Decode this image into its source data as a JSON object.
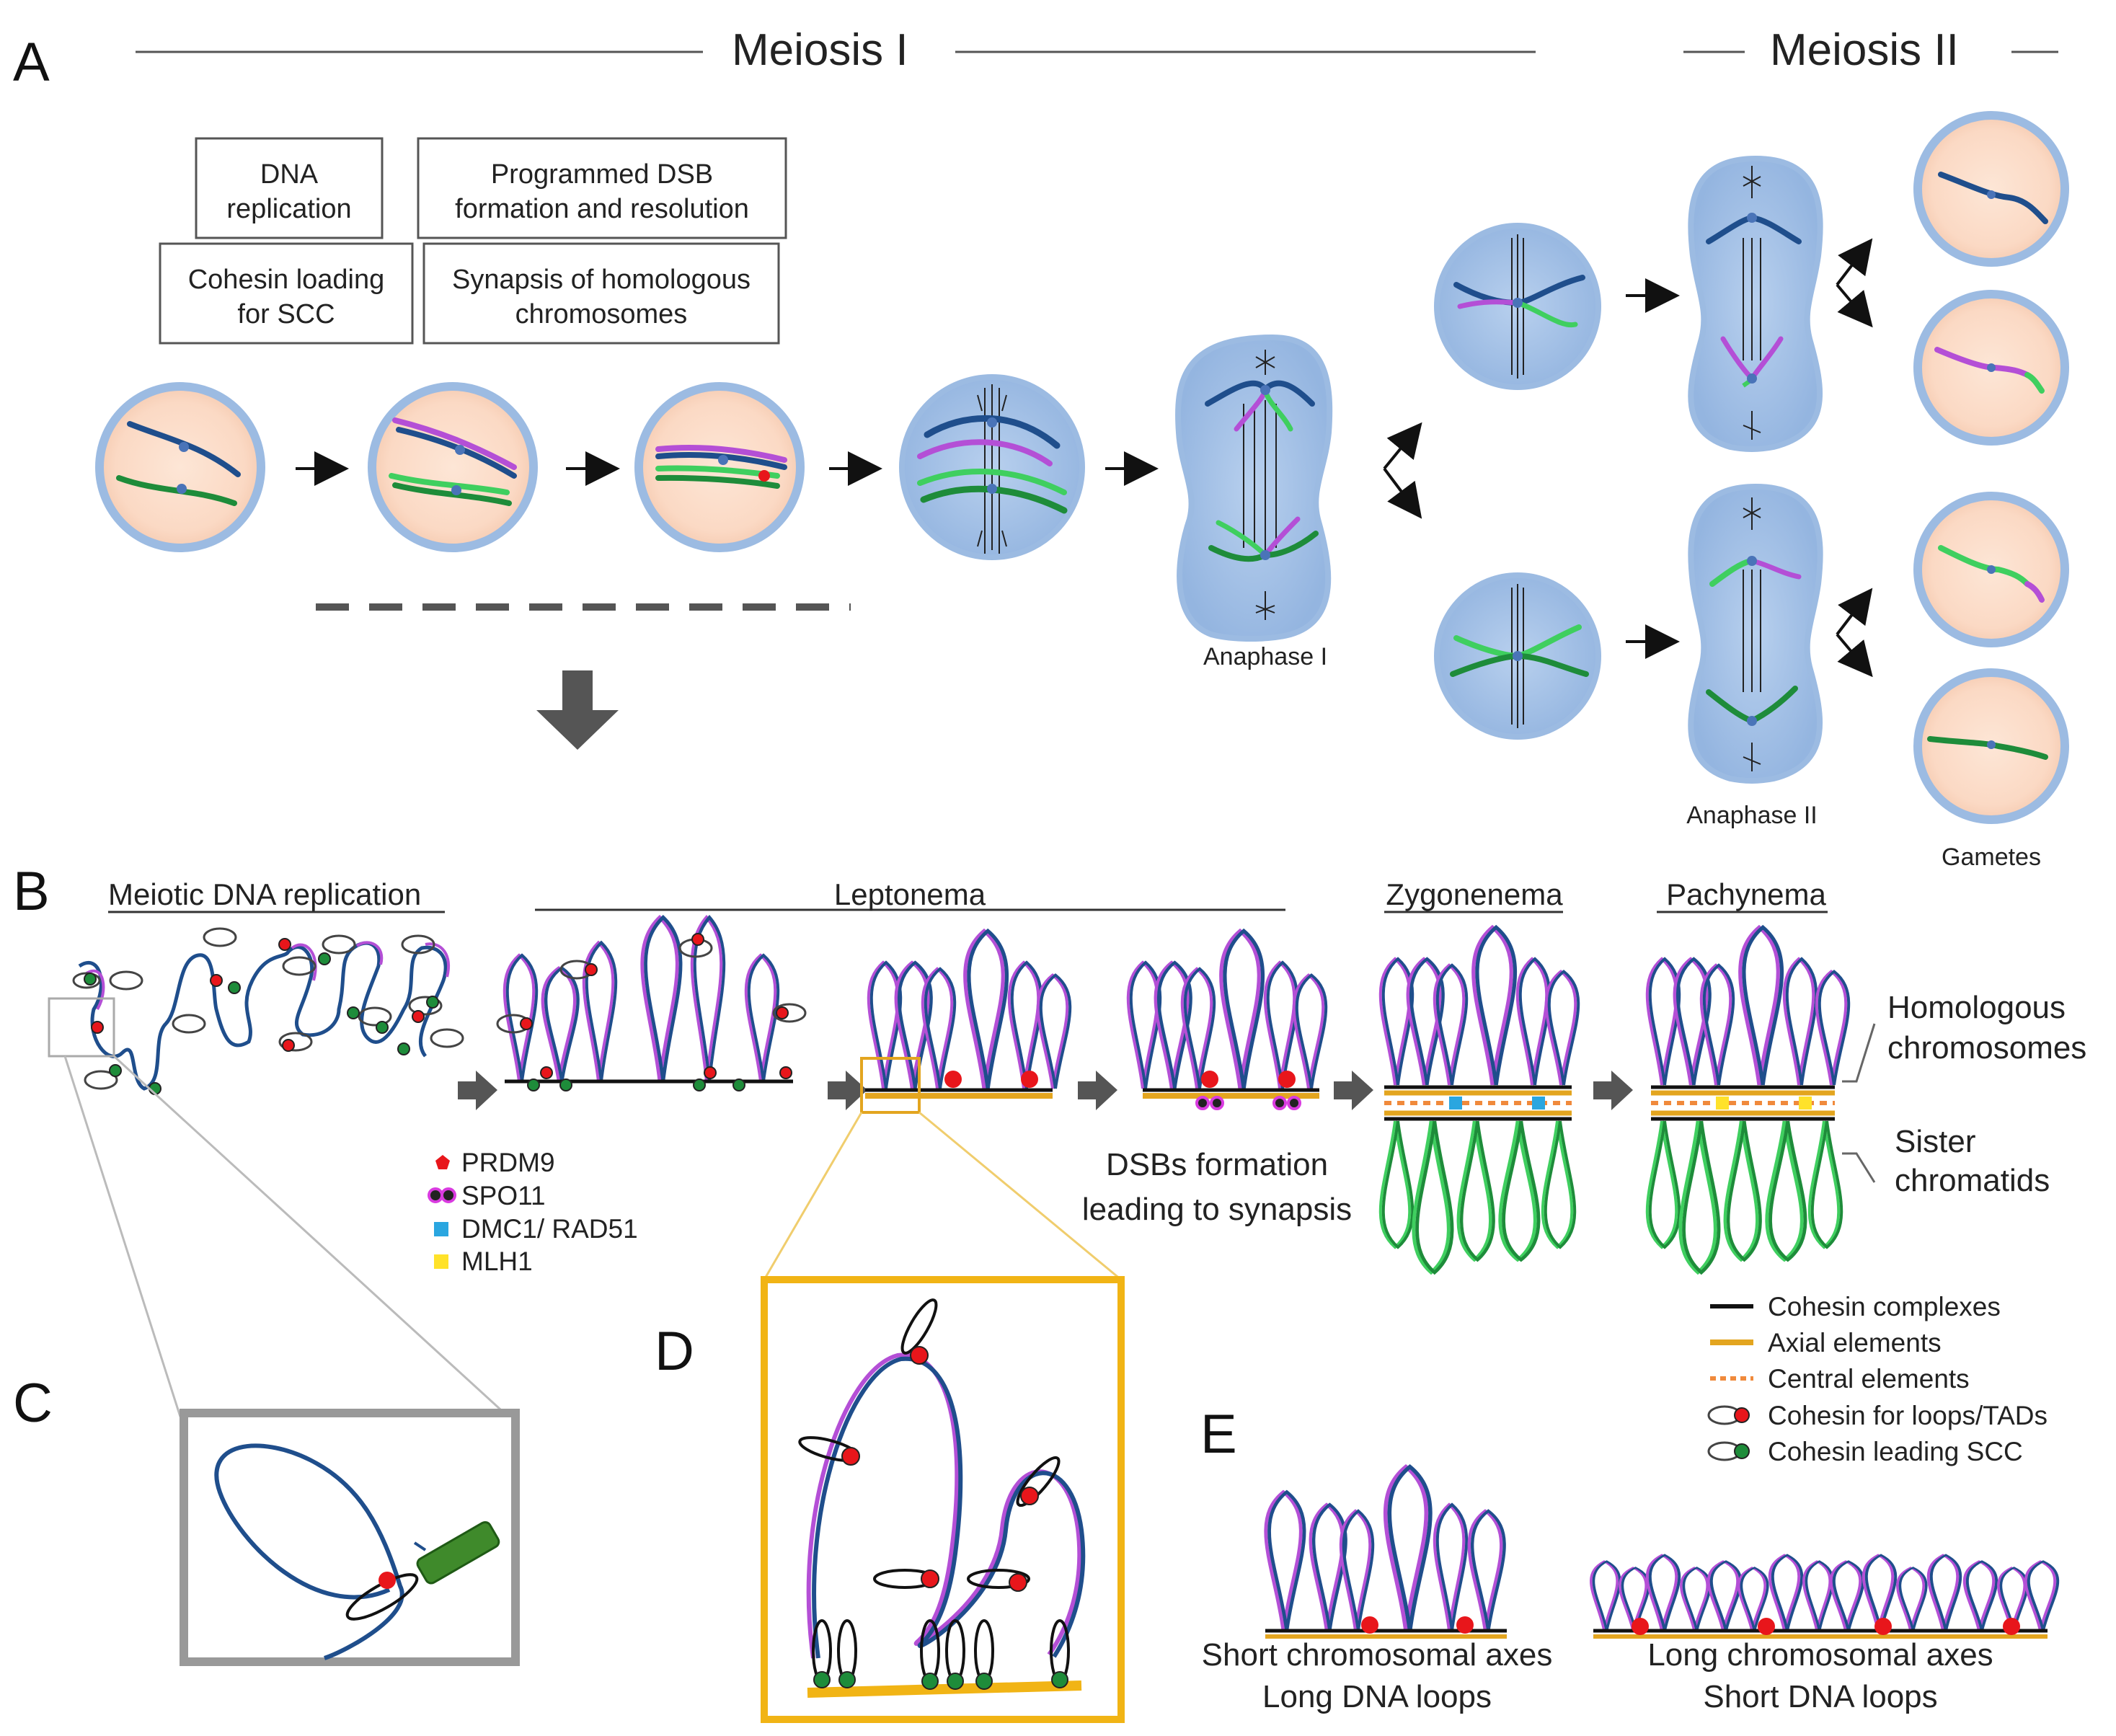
{
  "panels": {
    "a": "A",
    "b": "B",
    "c": "C",
    "d": "D",
    "e": "E"
  },
  "headers": {
    "meiosis_1": "Meiosis I",
    "meiosis_2": "Meiosis II"
  },
  "boxes": {
    "dna_line1": "DNA",
    "dna_line2": "replication",
    "dsb_line1": "Programmed DSB",
    "dsb_line2": "formation and resolution",
    "coh_line1": "Cohesin loading",
    "coh_line2": "for SCC",
    "syn_line1": "Synapsis of homologous",
    "syn_line2": "chromosomes"
  },
  "stages": {
    "anaphase1": "Anaphase I",
    "anaphase2": "Anaphase II",
    "gametes": "Gametes",
    "meiotic_replication": "Meiotic DNA replication",
    "leptonema": "Leptonema",
    "zygonenema": "Zygonenema",
    "pachynema": "Pachynema"
  },
  "legend1": {
    "prdm9": "PRDM9",
    "spo11": "SPO11",
    "dmc1": "DMC1/ RAD51",
    "mlh1": "MLH1"
  },
  "dsb_text": {
    "line1": "DSBs formation",
    "line2": "leading to synapsis"
  },
  "side_labels": {
    "homologous_1": "Homologous",
    "homologous_2": "chromosomes",
    "sister_1": "Sister",
    "sister_2": "chromatids"
  },
  "legend2": {
    "cohesin": "Cohesin complexes",
    "axial": "Axial elements",
    "central": "Central elements",
    "loops": "Cohesin for loops/TADs",
    "scc": "Cohesin leading SCC"
  },
  "panel_e": {
    "short_axes": "Short chromosomal axes",
    "long_loops": "Long DNA loops",
    "long_axes": "Long chromosomal axes",
    "short_loops": "Short DNA loops"
  },
  "colors": {
    "blue_chrom": "#1f4e8c",
    "purple_chrom": "#b44fd6",
    "green_chrom": "#1e8c3a",
    "light_green": "#3fcf5f",
    "cell_peach": "#fbe0cf",
    "cell_blue": "#a9c4e8",
    "prdm9": "#e8161b",
    "axial": "#e3a51f",
    "central": "#f08a3c",
    "dmc1": "#2aa6e0",
    "mlh1": "#ffe22a"
  }
}
